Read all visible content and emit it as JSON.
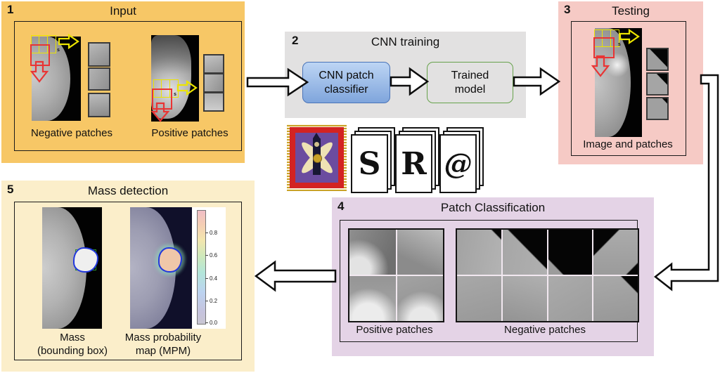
{
  "box1": {
    "number": "1",
    "title": "Input",
    "neg_label": "Negative patches",
    "pos_label": "Positive patches"
  },
  "box2": {
    "number": "2",
    "title": "CNN training",
    "node1_lines": [
      "CNN patch",
      "classifier"
    ],
    "node2_lines": [
      "Trained",
      "model"
    ]
  },
  "box3": {
    "number": "3",
    "title": "Testing",
    "label": "Image and patches"
  },
  "box4": {
    "number": "4",
    "title": "Patch Classification",
    "pos_label": "Positive patches",
    "neg_label": "Negative patches"
  },
  "box5": {
    "number": "5",
    "title": "Mass detection",
    "mass_lines": [
      "Mass",
      "(bounding box)"
    ],
    "mpm_lines": [
      "Mass probability",
      "map (MPM)"
    ],
    "ticks": [
      "0.8",
      "0.6",
      "0.4",
      "0.2",
      "0.0"
    ]
  },
  "logo": {
    "letters": [
      "S",
      "R",
      "@"
    ]
  },
  "misc": {
    "stride": "s"
  },
  "colors": {
    "box1_bg": "#f7c766",
    "box2_bg": "#e2e1e1",
    "box3_bg": "#f6cac5",
    "box4_bg": "#e4d3e6",
    "box5_bg": "#fbeeca",
    "node_blue": "#8fb3e8",
    "node_blue_border": "#4a74b8",
    "node_green": "#a9d18e",
    "node_green_border": "#66a24b",
    "window_yellow": "#ece400",
    "window_red": "#e93434",
    "mass_box_green": "#2e8f2e",
    "contour_blue": "#2238dd"
  }
}
